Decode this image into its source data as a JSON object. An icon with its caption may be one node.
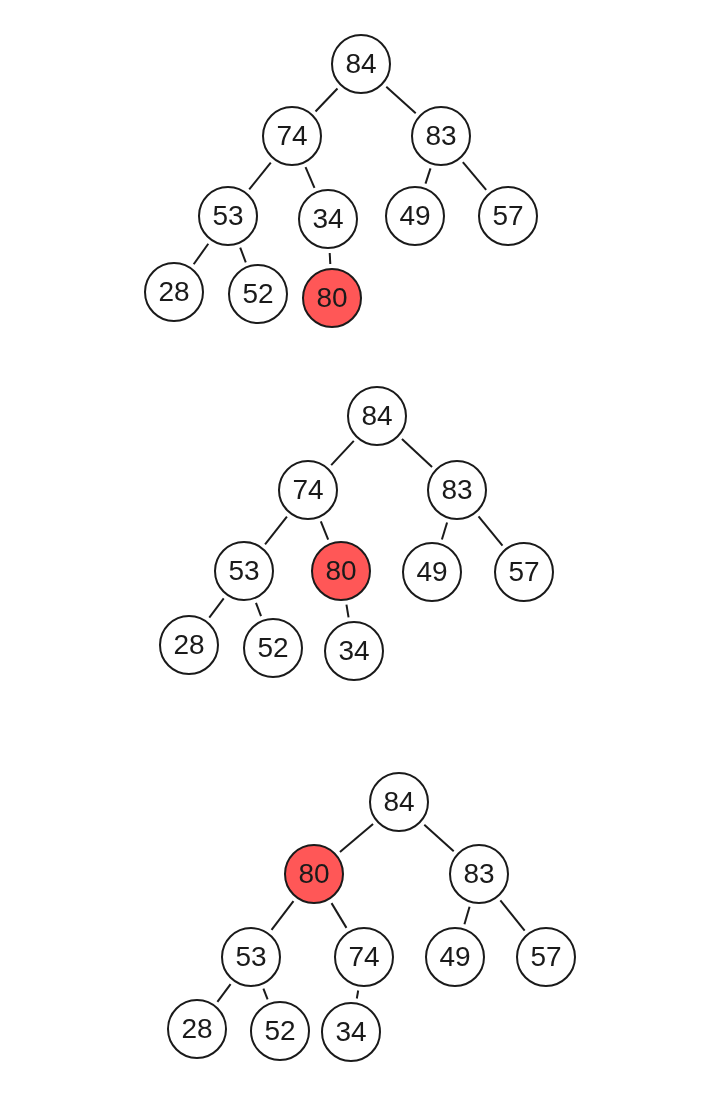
{
  "diagram": {
    "nodes": [
      {
        "text": [
          "84"
        ]
      },
      {
        "text": [
          "74"
        ]
      },
      {
        "text": [
          "83"
        ]
      },
      {
        "text": [
          "53"
        ]
      },
      {
        "text": [
          "34"
        ]
      },
      {
        "text": [
          "49"
        ]
      },
      {
        "text": [
          "57"
        ]
      },
      {
        "text": [
          "28"
        ]
      },
      {
        "text": [
          "52"
        ]
      },
      {
        "text": [
          "80"
        ]
      },
      {
        "text": [
          "84"
        ]
      },
      {
        "text": [
          "74"
        ]
      },
      {
        "text": [
          "83"
        ]
      },
      {
        "text": [
          "53"
        ]
      },
      {
        "text": [
          "80"
        ]
      },
      {
        "text": [
          "49"
        ]
      },
      {
        "text": [
          "57"
        ]
      },
      {
        "text": [
          "28"
        ]
      },
      {
        "text": [
          "52"
        ]
      },
      {
        "text": [
          "34"
        ]
      },
      {
        "text": [
          "84"
        ]
      },
      {
        "text": [
          "80"
        ]
      },
      {
        "text": [
          "83"
        ]
      },
      {
        "text": [
          "53"
        ]
      },
      {
        "text": [
          "74"
        ]
      },
      {
        "text": [
          "49"
        ]
      },
      {
        "text": [
          "57"
        ]
      },
      {
        "text": [
          "28"
        ]
      },
      {
        "text": [
          "52"
        ]
      },
      {
        "text": [
          "34"
        ]
      }
    ],
    "edges": [
      {
        "from": 0,
        "to": 1,
        "arrow": "none"
      },
      {
        "from": 0,
        "to": 2,
        "arrow": "none"
      },
      {
        "from": 1,
        "to": 3,
        "arrow": "none"
      },
      {
        "from": 1,
        "to": 4,
        "arrow": "none"
      },
      {
        "from": 2,
        "to": 5,
        "arrow": "none"
      },
      {
        "from": 2,
        "to": 6,
        "arrow": "none"
      },
      {
        "from": 3,
        "to": 7,
        "arrow": "none"
      },
      {
        "from": 3,
        "to": 8,
        "arrow": "none"
      },
      {
        "from": 4,
        "to": 9,
        "arrow": "none"
      },
      {
        "from": 10,
        "to": 11,
        "arrow": "none"
      },
      {
        "from": 10,
        "to": 12,
        "arrow": "none"
      },
      {
        "from": 11,
        "to": 13,
        "arrow": "none"
      },
      {
        "from": 11,
        "to": 14,
        "arrow": "none"
      },
      {
        "from": 12,
        "to": 15,
        "arrow": "none"
      },
      {
        "from": 12,
        "to": 16,
        "arrow": "none"
      },
      {
        "from": 13,
        "to": 17,
        "arrow": "none"
      },
      {
        "from": 13,
        "to": 18,
        "arrow": "none"
      },
      {
        "from": 14,
        "to": 19,
        "arrow": "none"
      },
      {
        "from": 20,
        "to": 21,
        "arrow": "none"
      },
      {
        "from": 20,
        "to": 22,
        "arrow": "none"
      },
      {
        "from": 21,
        "to": 23,
        "arrow": "none"
      },
      {
        "from": 21,
        "to": 24,
        "arrow": "none"
      },
      {
        "from": 22,
        "to": 25,
        "arrow": "none"
      },
      {
        "from": 22,
        "to": 26,
        "arrow": "none"
      },
      {
        "from": 23,
        "to": 27,
        "arrow": "none"
      },
      {
        "from": 23,
        "to": 28,
        "arrow": "none"
      },
      {
        "from": 24,
        "to": 29,
        "arrow": "none"
      }
    ]
  }
}
